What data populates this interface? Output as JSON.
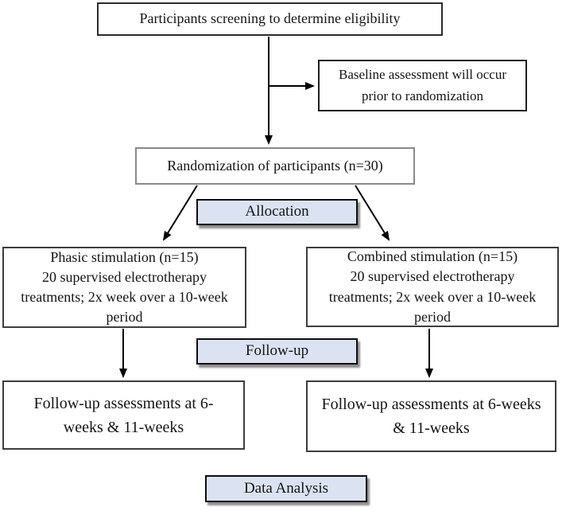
{
  "diagram": {
    "type": "flowchart",
    "colors": {
      "stage_fill": "#dbe3f2",
      "stage_border": "#0d0d0d",
      "stage_shadow": "#8f8f8f",
      "box_fill": "#ffffff",
      "box_border": "#3d3d3d",
      "arrow": "#000000",
      "text": "#141414"
    },
    "nodes": {
      "screening": "Participants screening to determine eligibility",
      "baseline": "Baseline assessment will occur\nprior to randomization",
      "randomization": "Randomization of participants (n=30)",
      "allocation": "Allocation",
      "phasic": "Phasic stimulation (n=15)\n20 supervised electrotherapy\ntreatments; 2x week over a 10-week\nperiod",
      "combined": "Combined stimulation (n=15)\n20 supervised electrotherapy\ntreatments; 2x week over a 10-week\nperiod",
      "followup_stage": "Follow-up",
      "followup_left": "Follow-up assessments at 6-\nweeks & 11-weeks",
      "followup_right": "Follow-up assessments at 6-weeks\n& 11-weeks",
      "data_analysis": "Data Analysis"
    }
  }
}
